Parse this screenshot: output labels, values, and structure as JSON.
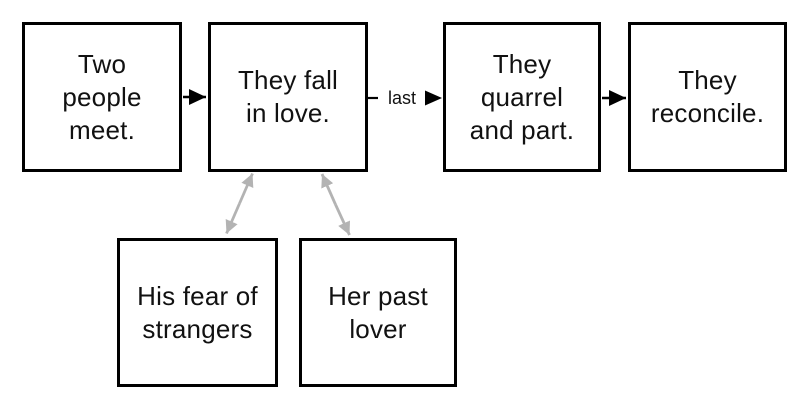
{
  "diagram": {
    "title": "story plot flowchart",
    "colors": {
      "background": "#ffffff",
      "box_border": "#000000",
      "text": "#111111",
      "flow_arrow": "#000000",
      "obstacle_arrow": "#b3b3b3"
    },
    "nodes": {
      "meet": {
        "label": "Two\npeople\nmeet."
      },
      "love": {
        "label": "They fall\nin love."
      },
      "quarrel": {
        "label": "They\nquarrel\nand part."
      },
      "reconcile": {
        "label": "They\nreconcile."
      },
      "fear": {
        "label": "His fear of\nstrangers"
      },
      "lover": {
        "label": "Her past\nlover"
      }
    },
    "connectors": {
      "meet_to_love": "arrow",
      "love_to_quarrel_label": "last",
      "quarrel_to_reconcile": "arrow",
      "love_fear": "double-arrow",
      "love_lover": "double-arrow"
    }
  }
}
